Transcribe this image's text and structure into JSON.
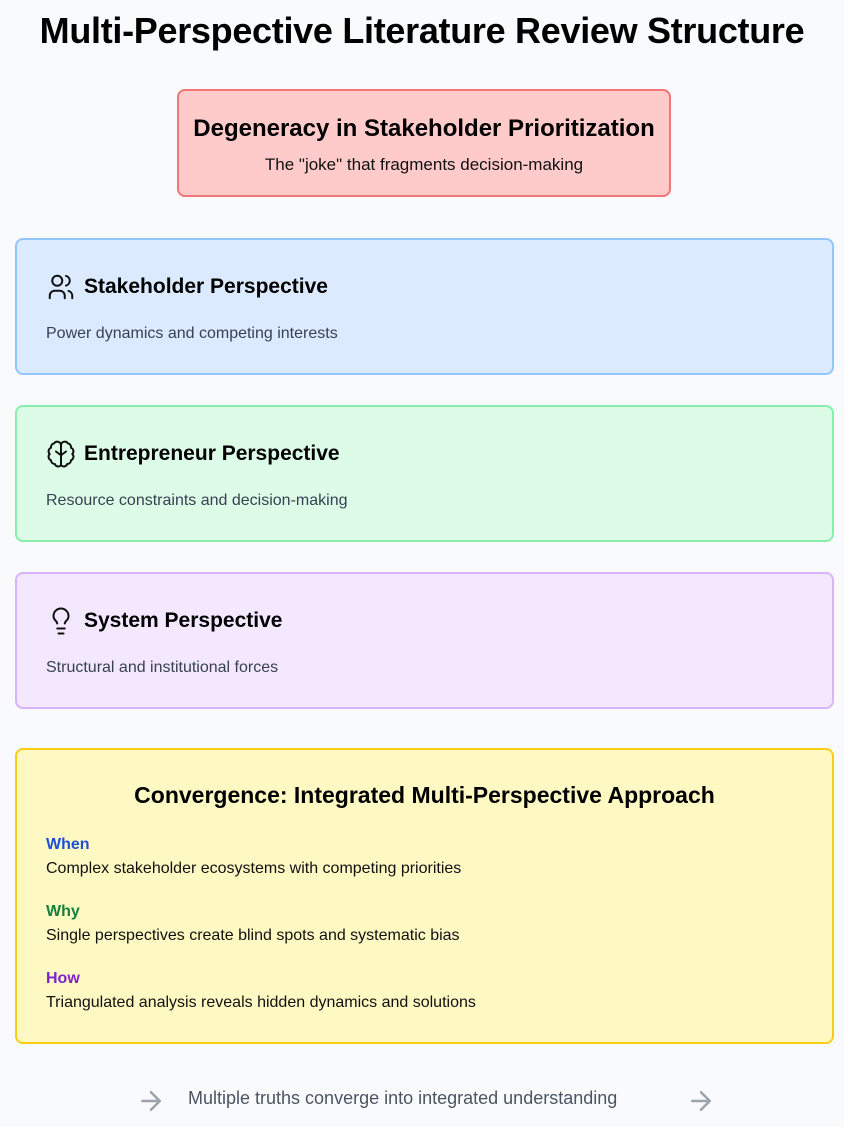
{
  "title": "Multi-Perspective Literature Review Structure",
  "problem": {
    "title": "Degeneracy in Stakeholder Prioritization",
    "subtitle": "The \"joke\" that fragments decision-making"
  },
  "perspectives": [
    {
      "icon": "users-icon",
      "title": "Stakeholder Perspective",
      "description": "Power dynamics and competing interests",
      "color": "#dbeafe"
    },
    {
      "icon": "brain-icon",
      "title": "Entrepreneur Perspective",
      "description": "Resource constraints and decision-making",
      "color": "#dcfce7"
    },
    {
      "icon": "lightbulb-icon",
      "title": "System Perspective",
      "description": "Structural and institutional forces",
      "color": "#f3e8ff"
    }
  ],
  "convergence": {
    "title": "Convergence: Integrated Multi-Perspective Approach",
    "items": [
      {
        "label": "When",
        "text": "Complex stakeholder ecosystems with competing priorities",
        "color": "#1d4ed8"
      },
      {
        "label": "Why",
        "text": "Single perspectives create blind spots and systematic bias",
        "color": "#15803d"
      },
      {
        "label": "How",
        "text": "Triangulated analysis reveals hidden dynamics and solutions",
        "color": "#7e22ce"
      }
    ]
  },
  "footer": {
    "text": "Multiple truths converge into integrated understanding",
    "icon": "arrow-right-icon"
  }
}
